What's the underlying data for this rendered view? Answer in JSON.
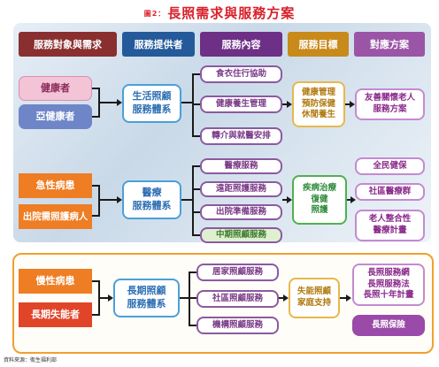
{
  "title": {
    "fig_label": "圖2：",
    "text": "長照需求與服務方案"
  },
  "headers": [
    {
      "label": "服務對象與需求",
      "color": "#8a2f2f"
    },
    {
      "label": "服務提供者",
      "color": "#245a9a"
    },
    {
      "label": "服務內容",
      "color": "#6e2f86"
    },
    {
      "label": "服務目標",
      "color": "#c88a1a"
    },
    {
      "label": "對應方案",
      "color": "#9a55a6"
    }
  ],
  "group1": {
    "needs": [
      "健康者",
      "亞健康者"
    ],
    "provider": [
      "生活照顧",
      "服務體系"
    ],
    "services": [
      "食衣住行協助",
      "健康養生管理",
      "轉介與就醫安排"
    ],
    "goal": [
      "健康管理",
      "預防保健",
      "休閒養生"
    ],
    "plans": [
      [
        "友善關懷老人",
        "服務方案"
      ]
    ]
  },
  "group2": {
    "needs": [
      "急性病患",
      "出院需照護病人"
    ],
    "provider": [
      "醫療",
      "服務體系"
    ],
    "services": [
      "醫療服務",
      "遠距照護服務",
      "出院準備服務",
      "中期照顧服務"
    ],
    "goal": [
      "疾病治療",
      "復健",
      "照護"
    ],
    "plans": [
      [
        "全民健保"
      ],
      [
        "社區醫療群"
      ],
      [
        "老人整合性",
        "醫療計畫"
      ]
    ]
  },
  "group3": {
    "needs": [
      "慢性病患",
      "長期失能者"
    ],
    "provider": [
      "長期照顧",
      "服務體系"
    ],
    "services": [
      "居家照顧服務",
      "社區照顧服務",
      "機構照顧服務"
    ],
    "goal": [
      "失能照顧",
      "家庭支持"
    ],
    "plans": [
      [
        "長照服務網",
        "長照服務法",
        "長照十年計畫"
      ],
      [
        "長照保險"
      ]
    ]
  },
  "source": "資料來源：衛生福利部"
}
